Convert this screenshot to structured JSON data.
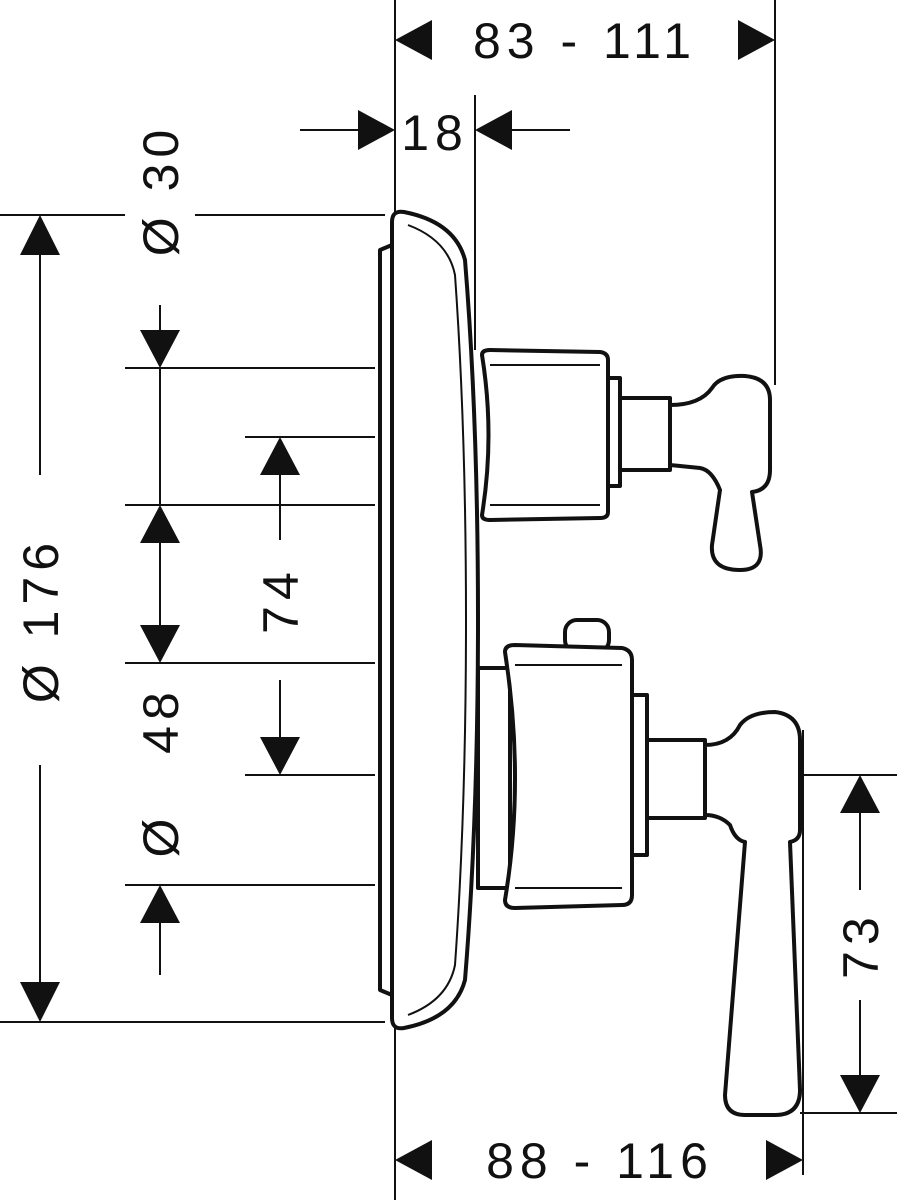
{
  "dimensions": {
    "top_depth": "83 - 111",
    "offset": "18",
    "dia_small": "Ø 30",
    "dia_plate": "Ø 176",
    "dia_mid": "48",
    "dia_mid_symbol": "Ø",
    "spacing": "74",
    "handle_height": "73",
    "bottom_depth": "88 - 116"
  }
}
